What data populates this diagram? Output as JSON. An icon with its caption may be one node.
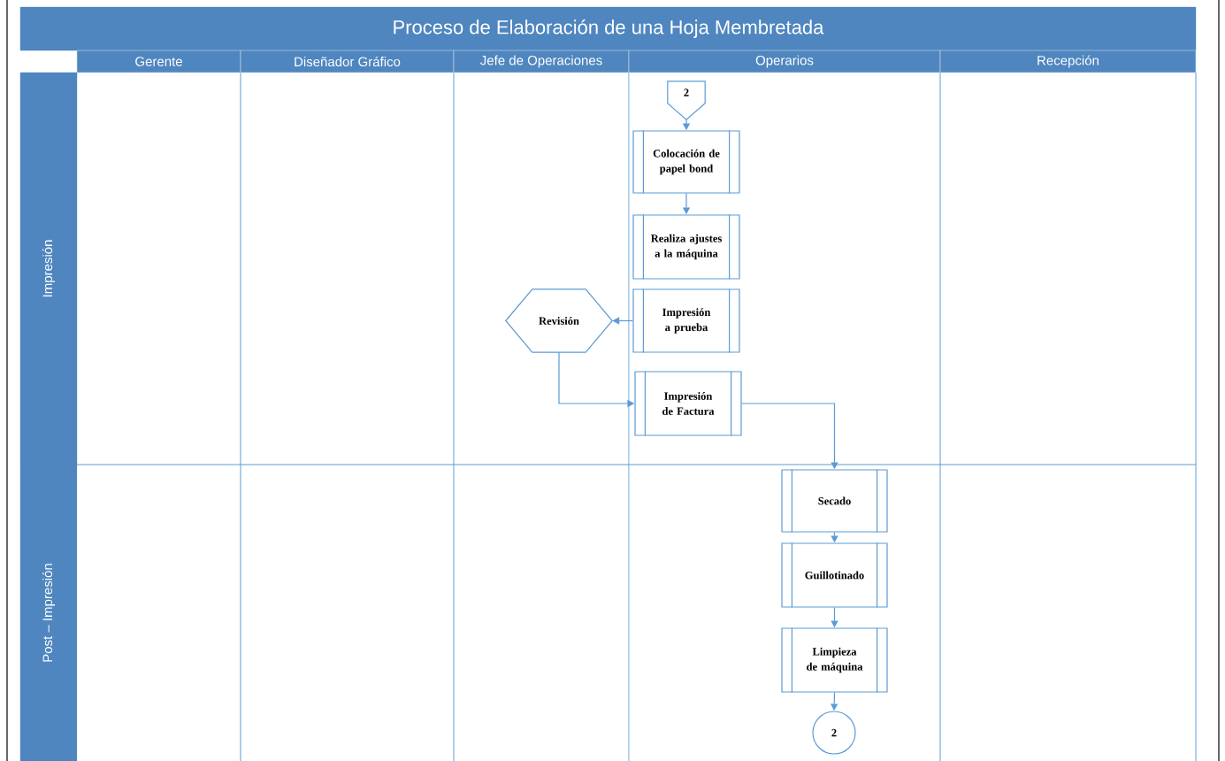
{
  "diagram": {
    "title": "Proceso de Elaboración de una Hoja Membretada",
    "nodes": [
      {
        "text": [
          "Gerente"
        ]
      },
      {
        "text": [
          "Diseñador Gráfico"
        ]
      },
      {
        "text": [
          "Jefe de Operaciones"
        ]
      },
      {
        "text": [
          "Operarios"
        ]
      },
      {
        "text": [
          "Recepción"
        ]
      },
      {
        "text": [
          "Impresión"
        ]
      },
      {
        "text": [
          "Post – Impresión"
        ]
      },
      {
        "text": [
          "2"
        ]
      },
      {
        "text": [
          "Colocación de papel bond"
        ]
      },
      {
        "text": [
          "Realiza ajustes a la máquina"
        ]
      },
      {
        "text": [
          "Impresión a prueba"
        ]
      },
      {
        "text": [
          "Revisión"
        ]
      },
      {
        "text": [
          "Impresión de Factura"
        ]
      },
      {
        "text": [
          "Secado"
        ]
      },
      {
        "text": [
          "Guillotinado"
        ]
      },
      {
        "text": [
          "Limpieza de máquina"
        ]
      },
      {
        "text": [
          "2"
        ]
      }
    ],
    "edges": [
      {
        "from": 7,
        "to": 8,
        "arrow": "to"
      },
      {
        "from": 8,
        "to": 9,
        "arrow": "to"
      },
      {
        "from": 10,
        "to": 11,
        "arrow": "to"
      },
      {
        "from": 11,
        "to": 12,
        "arrow": "to"
      },
      {
        "from": 12,
        "to": 13,
        "arrow": "to"
      },
      {
        "from": 13,
        "to": 14,
        "arrow": "to"
      },
      {
        "from": 14,
        "to": 15,
        "arrow": "to"
      },
      {
        "from": 15,
        "to": 16,
        "arrow": "to"
      }
    ]
  }
}
